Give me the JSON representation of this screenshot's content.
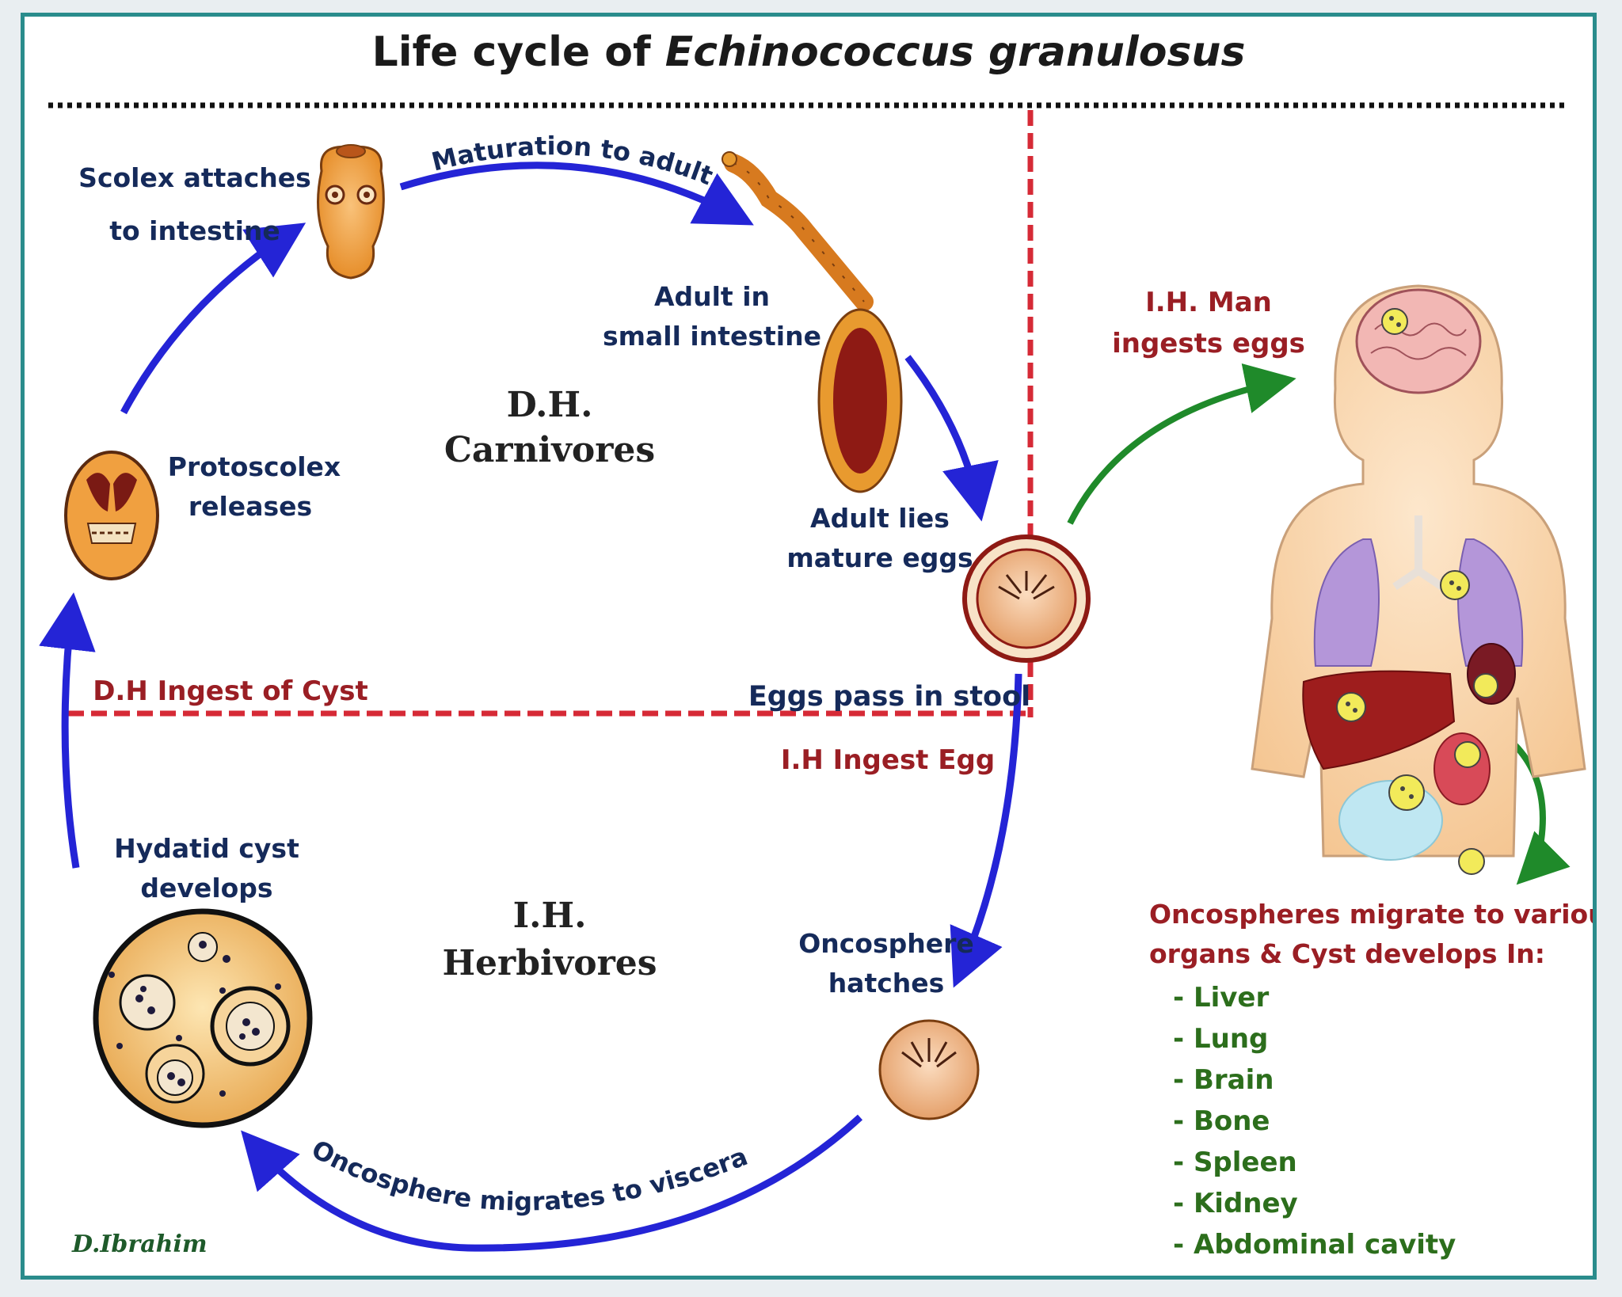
{
  "title": {
    "prefix": "Life cycle of ",
    "italic": "Echinococcus granulosus"
  },
  "zones": {
    "definitive_host": {
      "line1": "D.H.",
      "line2": "Carnivores"
    },
    "intermediate_host": {
      "line1": "I.H.",
      "line2": "Herbivores"
    }
  },
  "stages": {
    "scolex": {
      "line1": "Scolex attaches",
      "line2": "to intestine"
    },
    "maturation": "Maturation to adult",
    "adult": {
      "line1": "Adult in",
      "line2": "small intestine"
    },
    "eggs": {
      "line1": "Adult lies",
      "line2": "mature eggs"
    },
    "protoscolex": {
      "line1": "Protoscolex",
      "line2": "releases"
    },
    "hydatid": {
      "line1": "Hydatid cyst",
      "line2": "develops"
    },
    "oncosphere_hatch": {
      "line1": "Oncosphere",
      "line2": "hatches"
    },
    "oncosphere_migrate": "Oncosphere migrates to viscera"
  },
  "transitions": {
    "dh_ingest": "D.H Ingest of Cyst",
    "eggs_stool": "Eggs pass in stool",
    "ih_ingest": "I.H Ingest Egg"
  },
  "human": {
    "ingest": {
      "line1": "I.H. Man",
      "line2": "ingests eggs"
    },
    "migrate_heading": {
      "line1": "Oncospheres migrate to various",
      "line2": "organs & Cyst develops In:"
    },
    "organs": [
      "- Liver",
      "- Lung",
      "- Brain",
      "- Bone",
      "- Spleen",
      "- Kidney",
      "- Abdominal cavity"
    ]
  },
  "signature": "D.Ibrahim",
  "colors": {
    "frame": "#2a8c8c",
    "cycle_arrow": "#2424d6",
    "human_arrow": "#1f8a2a",
    "host_divider": "#d62a36",
    "navy_text": "#152a5a",
    "red_text": "#9a1e24",
    "green_text": "#2c6e1c"
  }
}
